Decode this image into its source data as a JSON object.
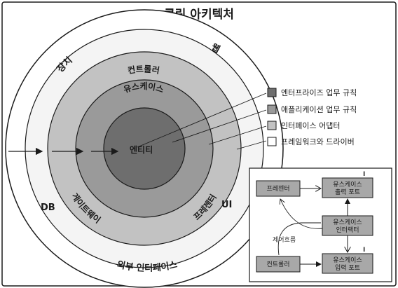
{
  "title": "클린 아키텍처",
  "rings": {
    "outer": "외부 인터페이스",
    "devices": "장치",
    "web": "웹",
    "db": "DB",
    "ui": "UI",
    "controllers": "컨트롤러",
    "gateways": "게이트웨이",
    "presenters": "프레젠터",
    "use_cases": "유스케이스",
    "entities": "엔티티"
  },
  "legend": [
    {
      "label": "엔터프라이즈 업무 규칙",
      "color": "#6e6e6e"
    },
    {
      "label": "애플리케이션 업무 규칙",
      "color": "#9a9a9a"
    },
    {
      "label": "인터페이스 어댑터",
      "color": "#c2c2c2"
    },
    {
      "label": "프레임워크와 드라이버",
      "color": "#ffffff"
    }
  ],
  "flow": {
    "presenter": "프레젠터",
    "output_port_line1": "유스케이스",
    "output_port_line2": "출력 포트",
    "interactor_line1": "유스케이스",
    "interactor_line2": "인터랙터",
    "controller": "컨트롤러",
    "input_port_line1": "유스케이스",
    "input_port_line2": "입력 포트",
    "control_flow": "제어흐름",
    "interface_marker": "I"
  },
  "colors": {
    "entities": "#6e6e6e",
    "use_cases": "#9a9a9a",
    "adapters": "#c2c2c2",
    "frameworks": "#ffffff",
    "box_fill": "#a8a8a8",
    "stroke": "#1a1a1a"
  }
}
